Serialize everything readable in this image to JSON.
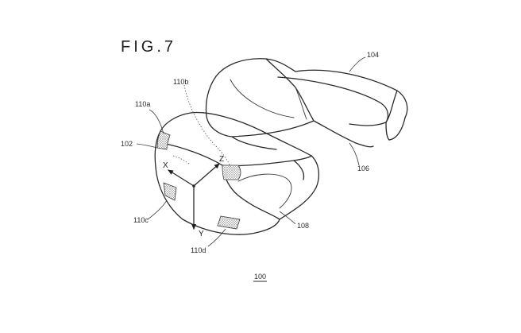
{
  "figure": {
    "title": "FIG.7",
    "assembly_ref": "100"
  },
  "labels": {
    "head_mounted_display": "102",
    "headband": "104",
    "band_connector": "106",
    "front_cover": "108",
    "marker_a": "110a",
    "marker_b": "110b",
    "marker_c": "110c",
    "marker_d": "110d"
  },
  "axes": {
    "x": "X",
    "y": "Y",
    "z": "Z"
  }
}
